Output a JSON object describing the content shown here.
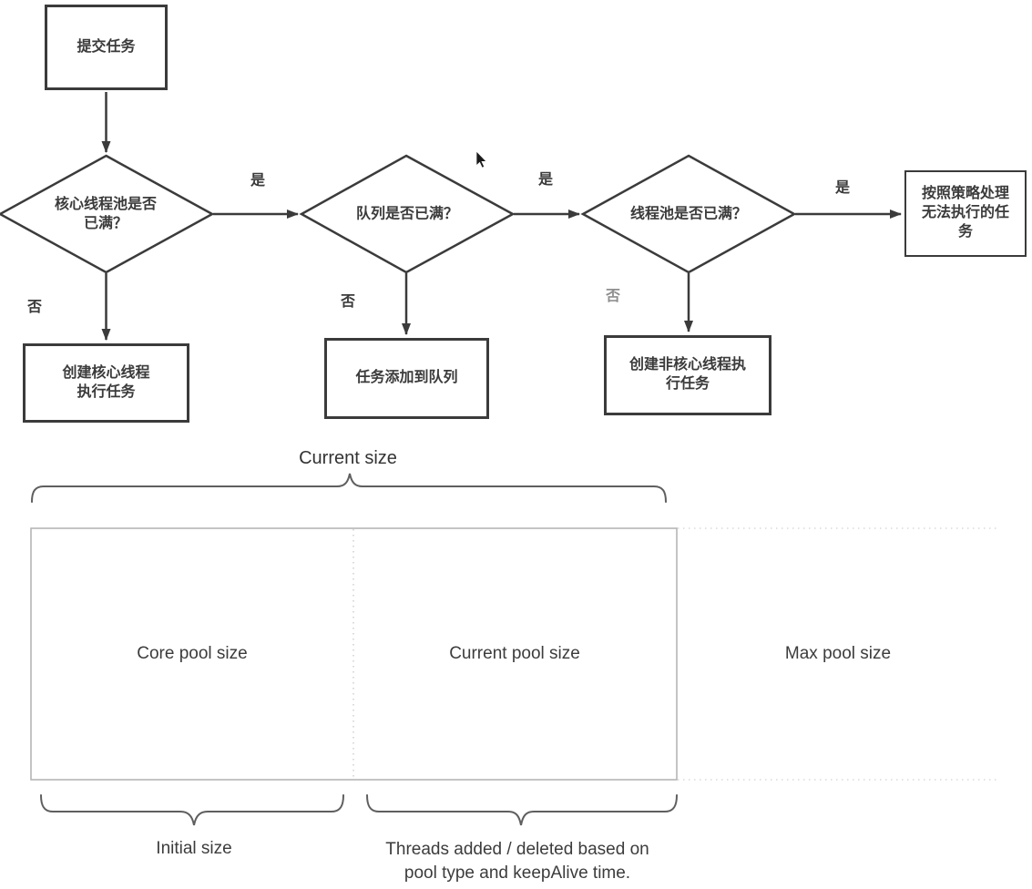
{
  "flowchart": {
    "nodes": {
      "submit": "提交任务",
      "core_full": "核心线程池是否\n已满？",
      "queue_full": "队列是否已满？",
      "pool_full": "线程池是否已满？",
      "reject": "按照策略处理\n无法执行的任\n务",
      "create_core": "创建核心线程\n执行任务",
      "enqueue": "任务添加到队列",
      "create_noncore": "创建非核心线程执\n行任务"
    },
    "labels": {
      "yes": "是",
      "no": "否"
    }
  },
  "pool_diagram": {
    "current_size_label": "Current size",
    "cells": {
      "core": "Core pool size",
      "current": "Current pool size",
      "max": "Max pool size"
    },
    "initial_size_label": "Initial size",
    "threads_note": "Threads added / deleted based on\npool type and keepAlive time."
  },
  "colors": {
    "flow_stroke": "#3b3b3b",
    "muted_label": "#8f8f8f",
    "box_border": "#b5b5b5",
    "dotted_line": "#d2d2d2",
    "text": "#3c3c3c"
  }
}
